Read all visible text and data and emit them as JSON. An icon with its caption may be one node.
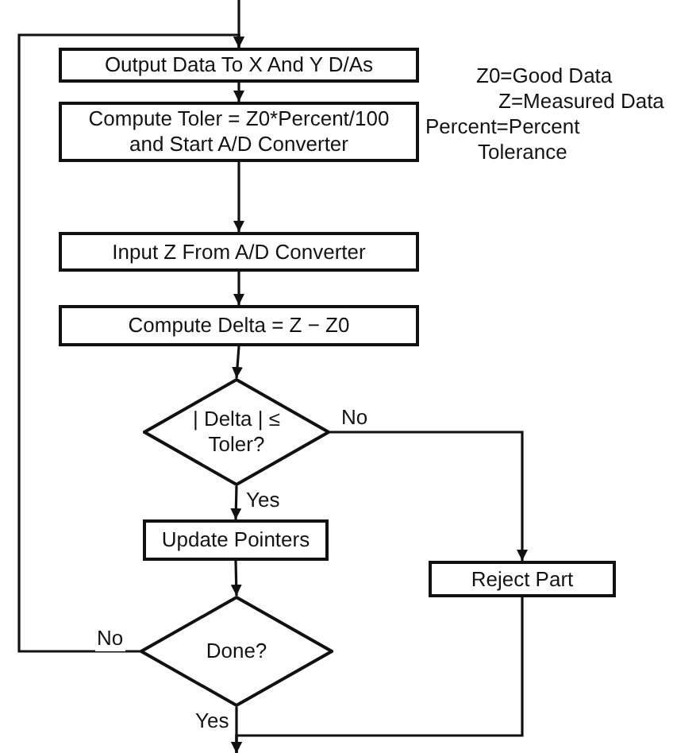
{
  "diagram": {
    "nodes": [
      {
        "text": [
          "Output Data To X And Y D/As"
        ]
      },
      {
        "text": [
          "Compute Toler = Z0*Percent/100 and Start A/D Converter"
        ]
      },
      {
        "text": [
          "Input Z From A/D Converter"
        ]
      },
      {
        "text": [
          "Compute Delta = Z − Z0"
        ]
      },
      {
        "text": [
          "| Delta | ≤ Toler?"
        ]
      },
      {
        "text": [
          "Update Pointers"
        ]
      },
      {
        "text": [
          "Done?"
        ]
      },
      {
        "text": [
          "Reject Part"
        ]
      }
    ],
    "edges": [
      {
        "from": null,
        "to": 0,
        "arrow": "to"
      },
      {
        "from": 6,
        "to": 0,
        "arrow": "to",
        "label": "No"
      },
      {
        "from": 0,
        "to": 1,
        "arrow": "to"
      },
      {
        "from": 1,
        "to": 2,
        "arrow": "to"
      },
      {
        "from": 2,
        "to": 3,
        "arrow": "to"
      },
      {
        "from": 3,
        "to": 4,
        "arrow": "to"
      },
      {
        "from": 4,
        "to": 5,
        "arrow": "to",
        "label": "Yes"
      },
      {
        "from": 4,
        "to": 7,
        "arrow": "to",
        "label": "No"
      },
      {
        "from": 5,
        "to": 6,
        "arrow": "to"
      },
      {
        "from": 6,
        "to": null,
        "arrow": "to",
        "label": "Yes"
      },
      {
        "from": 7,
        "to": null,
        "arrow": "to"
      }
    ],
    "labels": [
      "Z0=Good Data",
      "Z=Measured Data",
      "Percent=Percent Tolerance"
    ]
  }
}
